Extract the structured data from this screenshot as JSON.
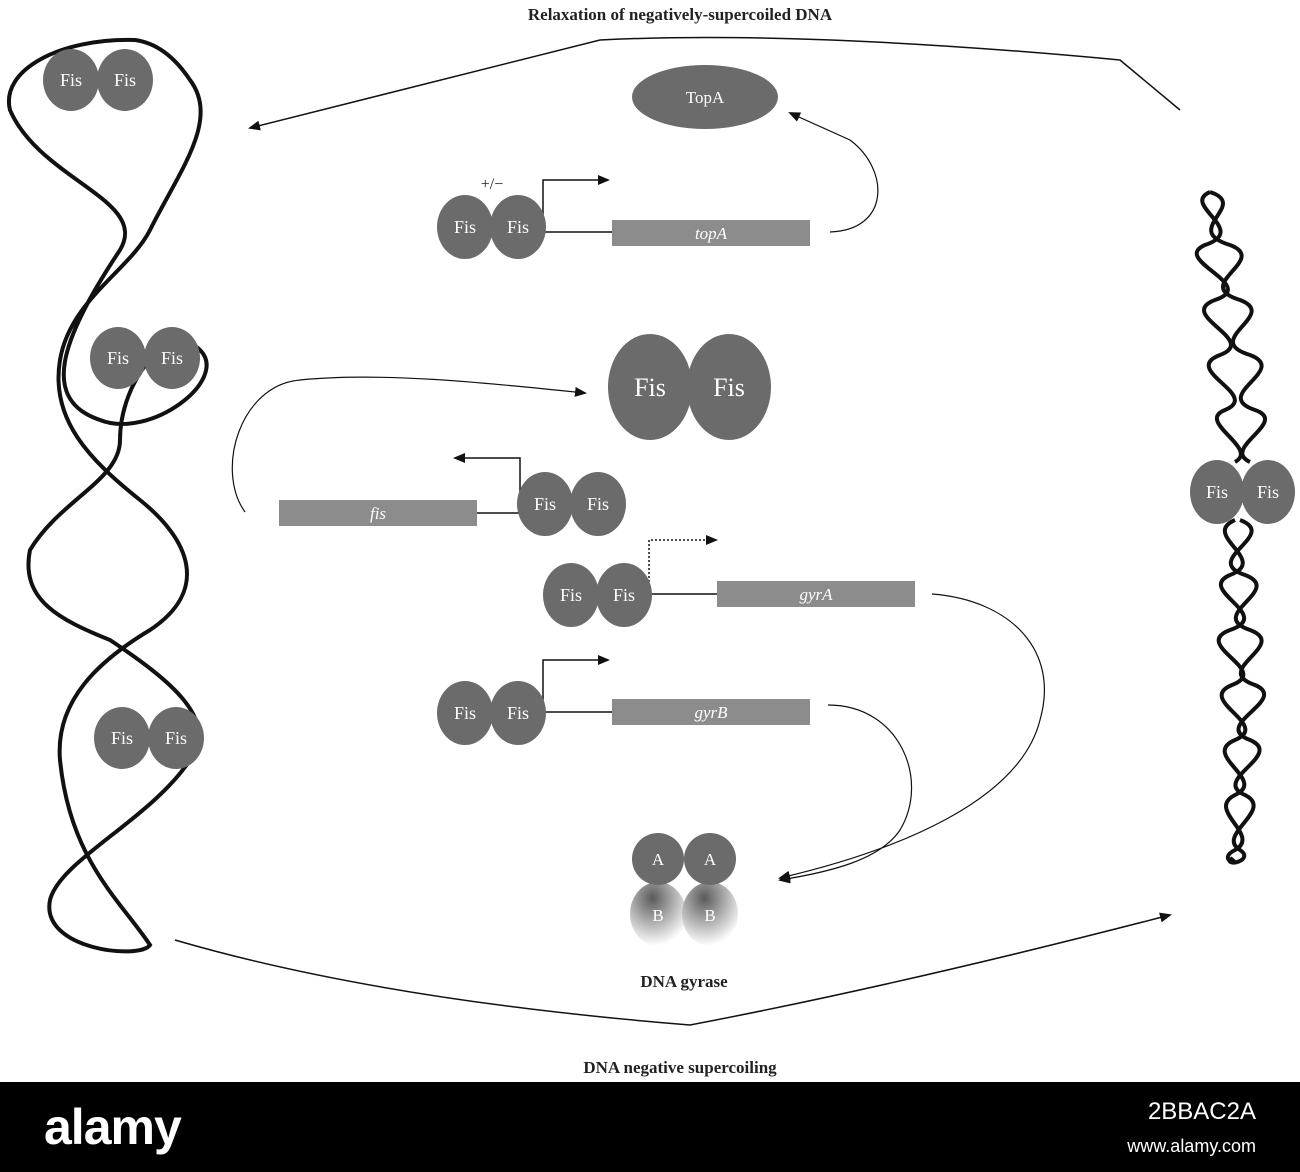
{
  "title_top": "Relaxation of negatively-supercoiled DNA",
  "title_bottom": "DNA negative supercoiling",
  "protein_label": "Fis",
  "topa_protein": "TopA",
  "plus_minus": "+/−",
  "genes": {
    "topA": "topA",
    "fis": "fis",
    "gyrA": "gyrA",
    "gyrB": "gyrB"
  },
  "gyrase": {
    "subunit_a": "A",
    "subunit_b": "B",
    "label": "DNA gyrase"
  },
  "footer": {
    "logo": "alamy",
    "image_id": "2BBAC2A",
    "url": "www.alamy.com"
  },
  "colors": {
    "protein_fill": "#6b6b6b",
    "gene_bar": "#8c8c8c",
    "dna_stroke": "#111111",
    "footer_bg": "#000000"
  }
}
